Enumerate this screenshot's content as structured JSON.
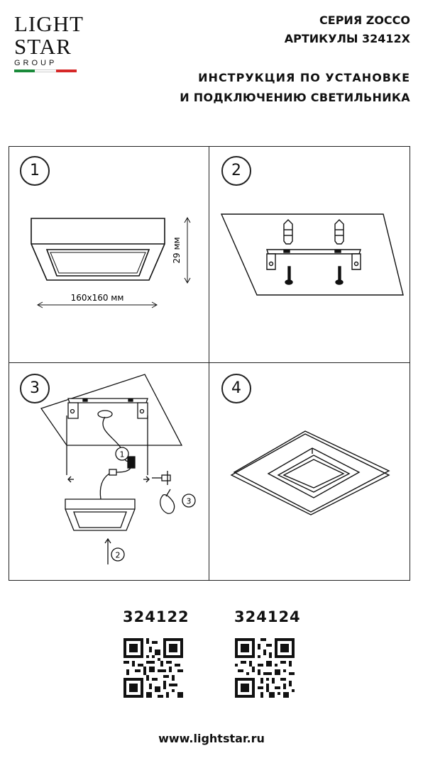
{
  "brand": {
    "line1": "LIGHT",
    "line2": "STAR",
    "line3": "GROUP",
    "flag_colors": [
      "#1a8a3a",
      "#ffffff",
      "#d62828"
    ]
  },
  "header": {
    "series": "СЕРИЯ ZOCCO",
    "articles": "АРТИКУЛЫ 32412X",
    "instruction_line1": "ИНСТРУКЦИЯ ПО УСТАНОВКЕ",
    "instruction_line2": "И ПОДКЛЮЧЕНИЮ СВЕТИЛЬНИКА"
  },
  "steps": [
    {
      "number": "1",
      "dim_width": "160x160 мм",
      "dim_height": "29 мм"
    },
    {
      "number": "2"
    },
    {
      "number": "3",
      "callouts": [
        "1",
        "2",
        "3"
      ]
    },
    {
      "number": "4"
    }
  ],
  "products": [
    {
      "article": "324122",
      "qr_icon": "qr-code-icon"
    },
    {
      "article": "324124",
      "qr_icon": "qr-code-icon"
    }
  ],
  "footer": {
    "website": "www.lightstar.ru"
  }
}
